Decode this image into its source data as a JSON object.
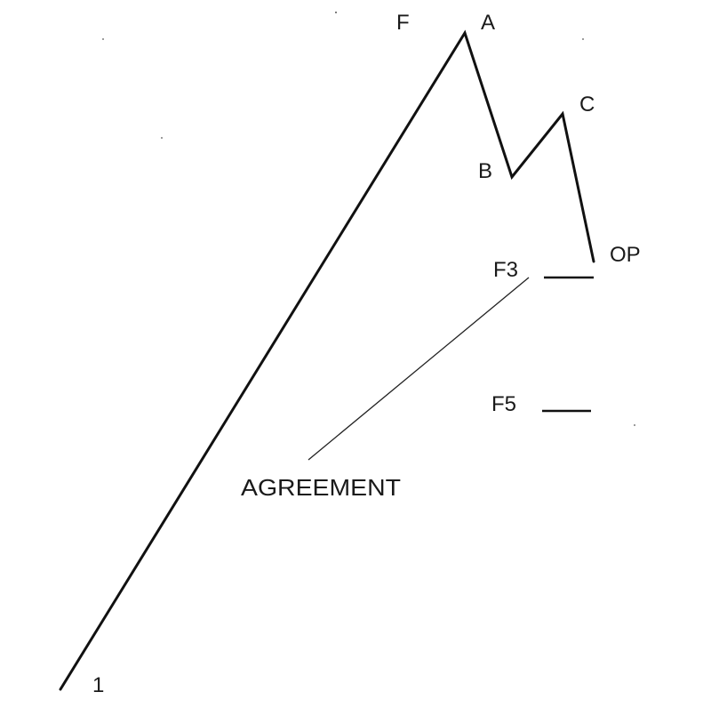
{
  "labels": {
    "point_1": "1",
    "point_f": "F",
    "point_a": "A",
    "point_b": "B",
    "point_c": "C",
    "point_op": "OP",
    "level_f3": "F3",
    "level_f5": "F5",
    "agreement": "AGREEMENT"
  },
  "colors": {
    "line": "#111111",
    "text": "#1a1a1a",
    "background": "#ffffff"
  }
}
